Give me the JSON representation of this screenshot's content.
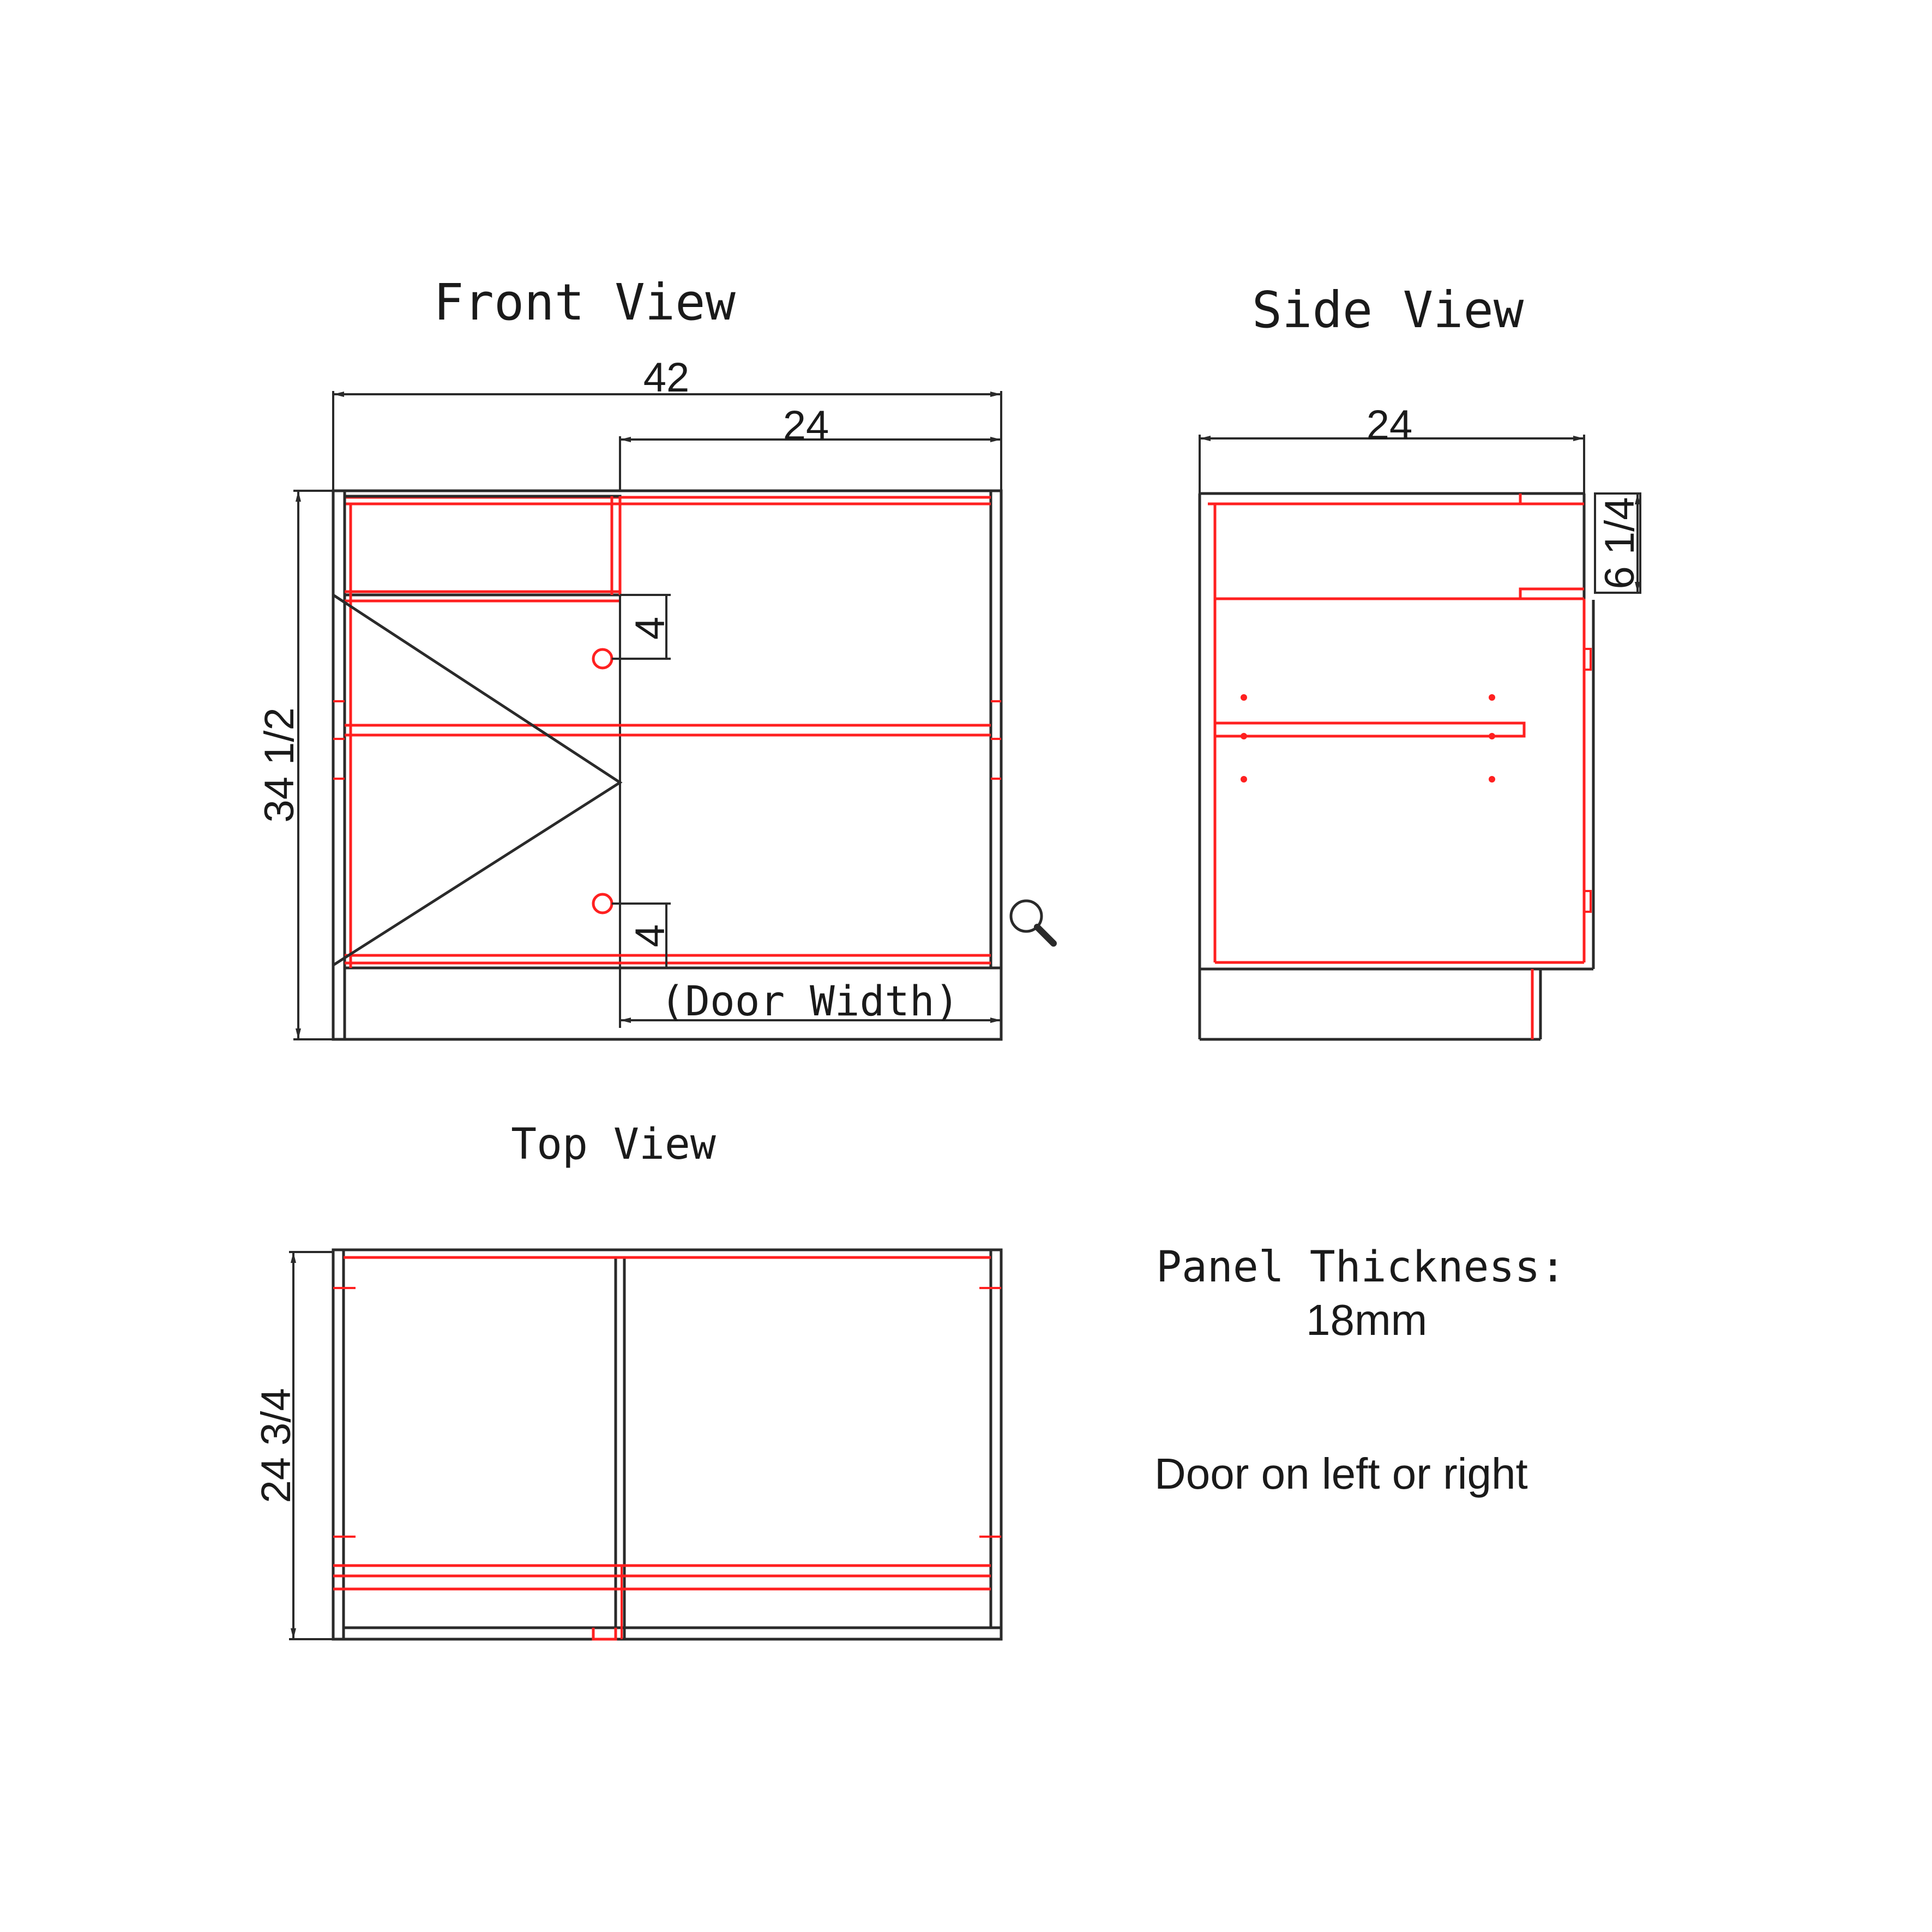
{
  "views": {
    "front": {
      "title": "Front View",
      "dim_overall_width": "42",
      "dim_door_width": "24",
      "dim_height": "34 1/2",
      "dim_hinge_top": "4",
      "dim_hinge_bottom": "4",
      "door_width_label": "(Door Width)"
    },
    "side": {
      "title": "Side View",
      "dim_depth": "24",
      "dim_drawer": "6 1/4"
    },
    "top": {
      "title": "Top View",
      "dim_depth": "24 3/4"
    }
  },
  "notes": {
    "panel_thickness_label": "Panel Thickness:",
    "panel_thickness_value": "18mm",
    "door_note": "Door on left or right"
  },
  "icons": {
    "zoom": "magnifier-icon"
  },
  "colors": {
    "line": "#2a2a2a",
    "panel_edge": "#ff2020",
    "background": "#ffffff"
  }
}
